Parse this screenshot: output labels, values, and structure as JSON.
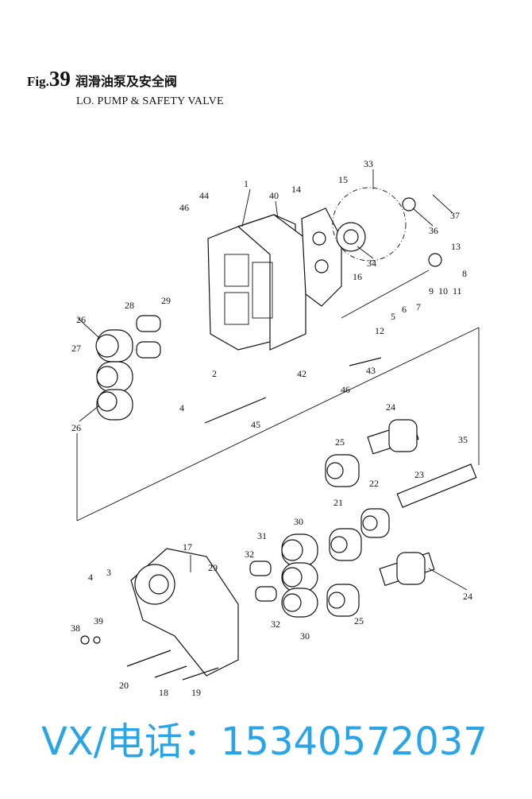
{
  "header": {
    "fig_prefix": "Fig.",
    "fig_number": "39",
    "title_zh": "润滑油泵及安全阀",
    "title_en": "LO. PUMP & SAFETY VALVE"
  },
  "callouts": [
    "46",
    "44",
    "1",
    "40",
    "14",
    "15",
    "33",
    "37",
    "36",
    "13",
    "8",
    "34",
    "16",
    "9  10  11",
    "7",
    "6",
    "5",
    "12",
    "2",
    "4",
    "45",
    "43",
    "46",
    "42",
    "26",
    "27",
    "26",
    "28",
    "29",
    "24",
    "25",
    "35",
    "23",
    "22",
    "21",
    "30",
    "31",
    "32",
    "17",
    "4",
    "3",
    "29",
    "39",
    "38",
    "32",
    "30",
    "25",
    "24",
    "20",
    "18",
    "19"
  ],
  "watermark": "VX/电话：15340572037"
}
